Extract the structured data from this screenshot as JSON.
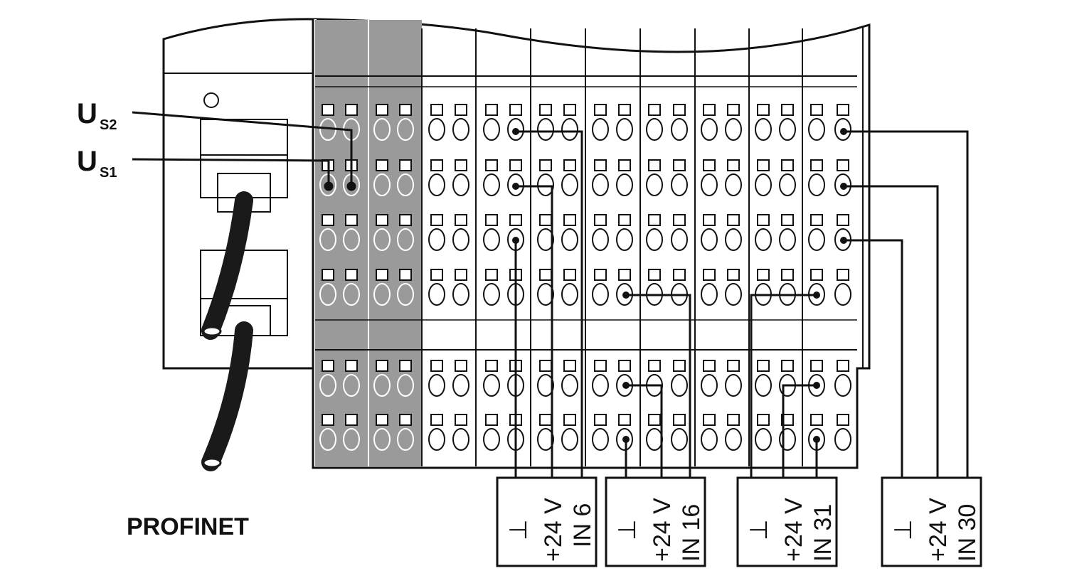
{
  "labels": {
    "us2_main": "U",
    "us2_sub": "S2",
    "us1_main": "U",
    "us1_sub": "S1",
    "profinet": "PROFINET"
  },
  "sensors": [
    {
      "ground": "⊥",
      "supply": "+24 V",
      "input": "IN 6"
    },
    {
      "ground": "⊥",
      "supply": "+24 V",
      "input": "IN 16"
    },
    {
      "ground": "⊥",
      "supply": "+24 V",
      "input": "IN 31"
    },
    {
      "ground": "⊥",
      "supply": "+24 V",
      "input": "IN 30"
    }
  ]
}
